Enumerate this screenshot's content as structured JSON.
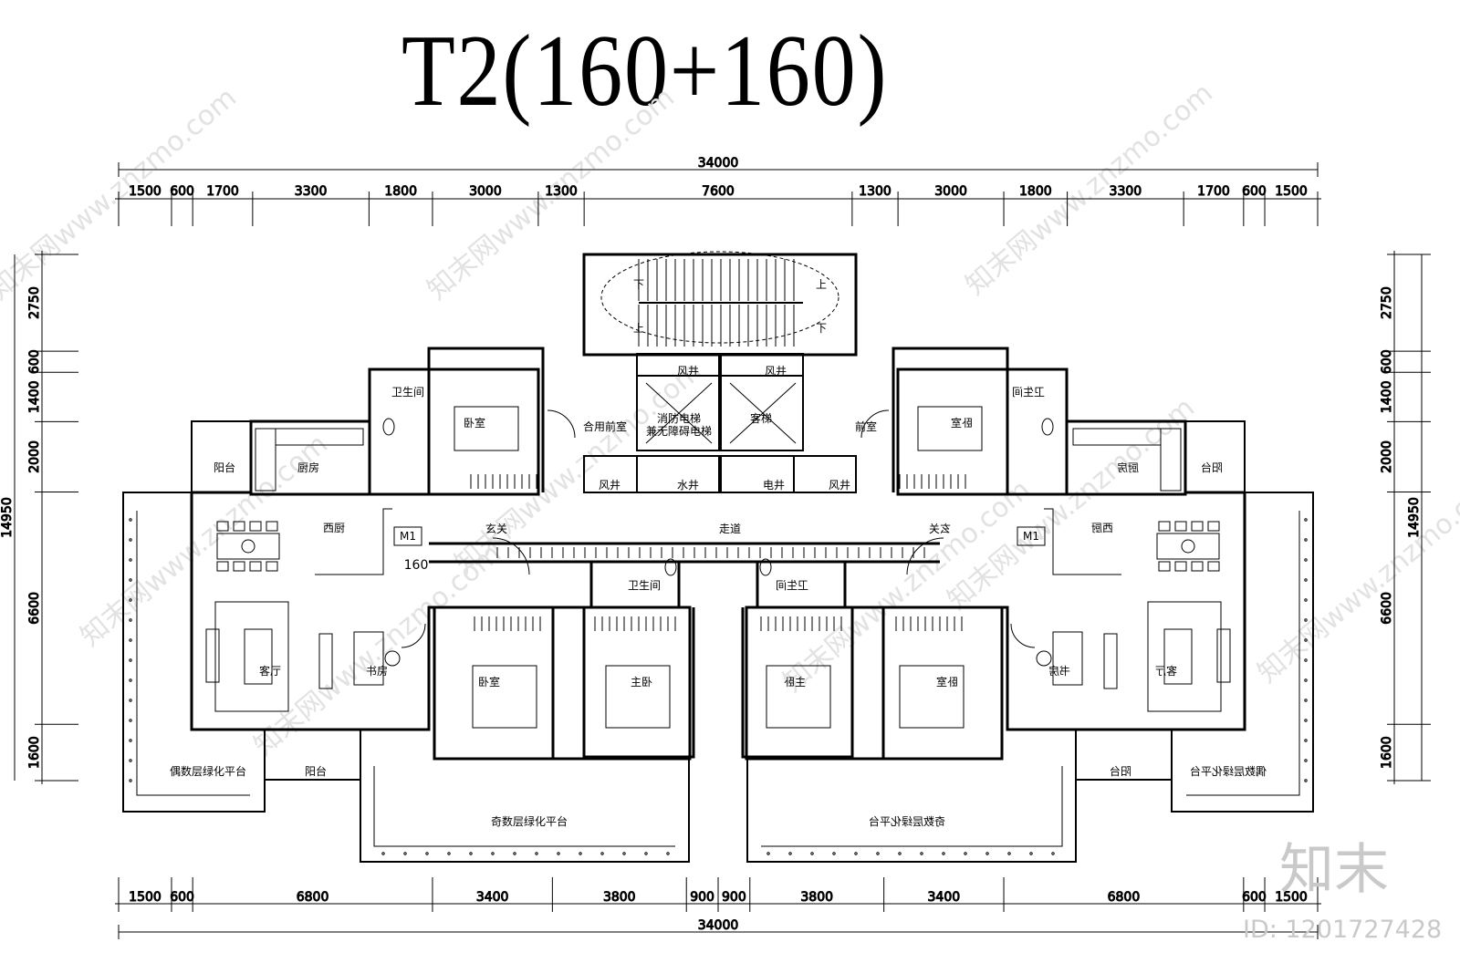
{
  "title": "T2(160+160)",
  "brand": "知末",
  "id_label": "ID: 1201727428",
  "watermark": "知末网www.znzmo.com",
  "dims": {
    "top_total": "34000",
    "top": [
      "1500",
      "600",
      "1700",
      "3300",
      "1800",
      "3000",
      "1300",
      "7600",
      "1300",
      "3000",
      "1800",
      "3300",
      "1700",
      "600",
      "1500"
    ],
    "bottom": [
      "1500",
      "600",
      "6800",
      "3400",
      "3800",
      "900",
      "900",
      "3800",
      "3400",
      "6800",
      "600",
      "1500"
    ],
    "bottom_total": "34000",
    "left": [
      "2750",
      "600",
      "1400",
      "2000",
      "6600",
      "1600"
    ],
    "left_total": "14950",
    "right": [
      "2750",
      "600",
      "1400",
      "2000",
      "6600",
      "1600"
    ],
    "right_total": "14950"
  },
  "rooms": {
    "bathroom": "卫生间",
    "bedroom": "卧室",
    "kitchen": "厨房",
    "balcony": "阳台",
    "western_kitchen": "西厨",
    "entrance": "玄关",
    "corridor": "走道",
    "shared_lobby": "合用前室",
    "lobby": "前室",
    "fire_elevator_line1": "消防电梯",
    "fire_elevator_line2": "兼无障碍电梯",
    "passenger_elevator": "客梯",
    "air_shaft": "风井",
    "water_shaft": "水井",
    "electric_shaft": "电井",
    "living_room": "客厅",
    "study": "书房",
    "master_bedroom": "主卧",
    "even_terrace": "偶数层绿化平台",
    "odd_terrace": "奇数层绿化平台",
    "stair_down": "下",
    "stair_up": "上"
  },
  "unit": {
    "tag": "M1",
    "area": "160"
  }
}
